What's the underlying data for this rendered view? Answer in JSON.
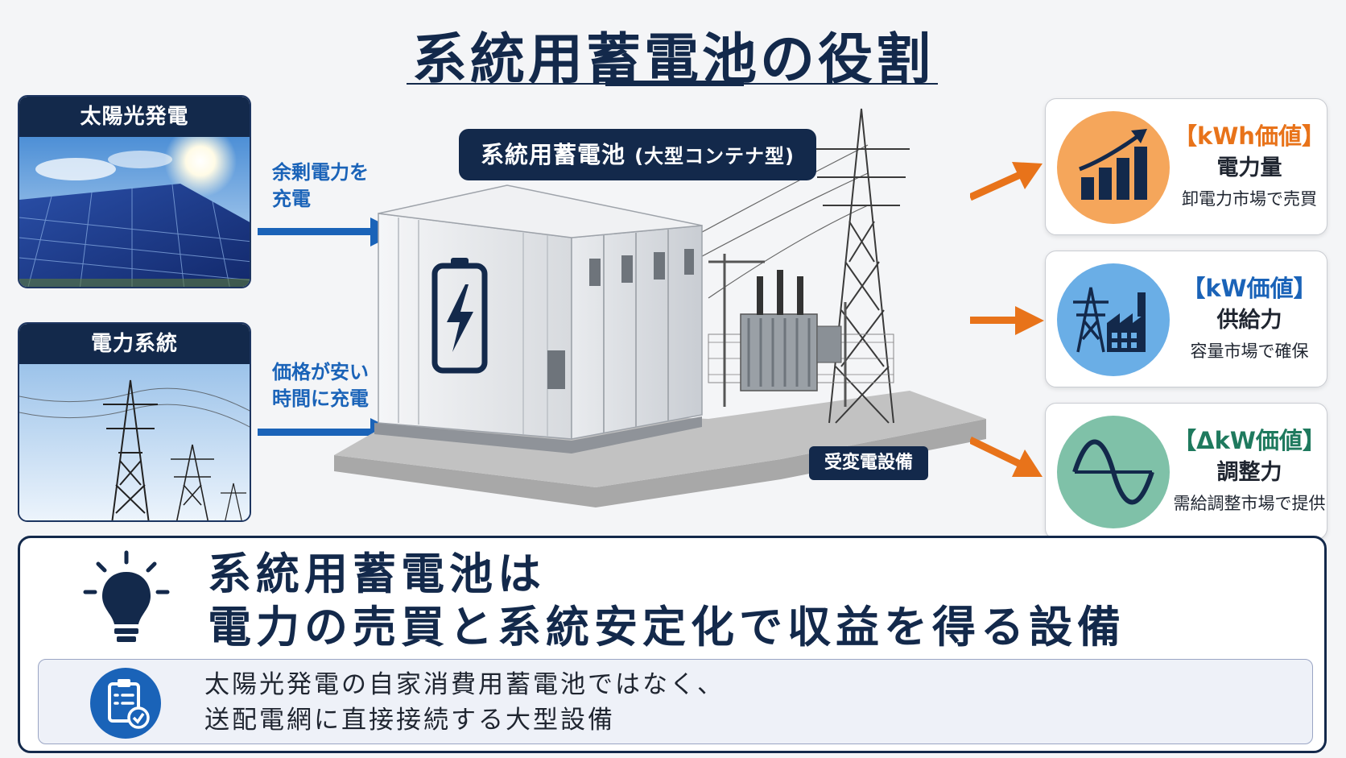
{
  "title": "系統用蓄電池の役割",
  "sources": [
    {
      "label": "太陽光発電",
      "image": "solar-panels"
    },
    {
      "label": "電力系統",
      "image": "transmission-towers"
    }
  ],
  "flows": [
    {
      "line1": "余剰電力を",
      "line2": "充電"
    },
    {
      "line1": "価格が安い",
      "line2": "時間に充電"
    }
  ],
  "center": {
    "label": "系統用蓄電池",
    "label_small": "(大型コンテナ型)",
    "substation_label": "受変電設備"
  },
  "values": [
    {
      "title": "【kWh価値】",
      "name": "電力量",
      "desc": "卸電力市場で売買",
      "color": "#e8731a",
      "circle_color": "#f5a65b",
      "icon": "bar-chart-up-icon"
    },
    {
      "title": "【kW価値】",
      "name": "供給力",
      "desc": "容量市場で確保",
      "color": "#1a63b8",
      "circle_color": "#6aaee6",
      "icon": "tower-factory-icon"
    },
    {
      "title": "【ΔkW価値】",
      "name": "調整力",
      "desc": "需給調整市場で提供",
      "color": "#1f7a5e",
      "circle_color": "#7fc1a8",
      "icon": "sine-wave-icon"
    }
  ],
  "bottom": {
    "headline_line1": "系統用蓄電池は",
    "headline_line2": "電力の売買と系統安定化で収益を得る設備",
    "note_line1": "太陽光発電の自家消費用蓄電池ではなく、",
    "note_line2": "送配電網に直接接続する大型設備"
  },
  "colors": {
    "navy": "#13294b",
    "blue": "#1a63b8",
    "orange": "#e8731a"
  }
}
